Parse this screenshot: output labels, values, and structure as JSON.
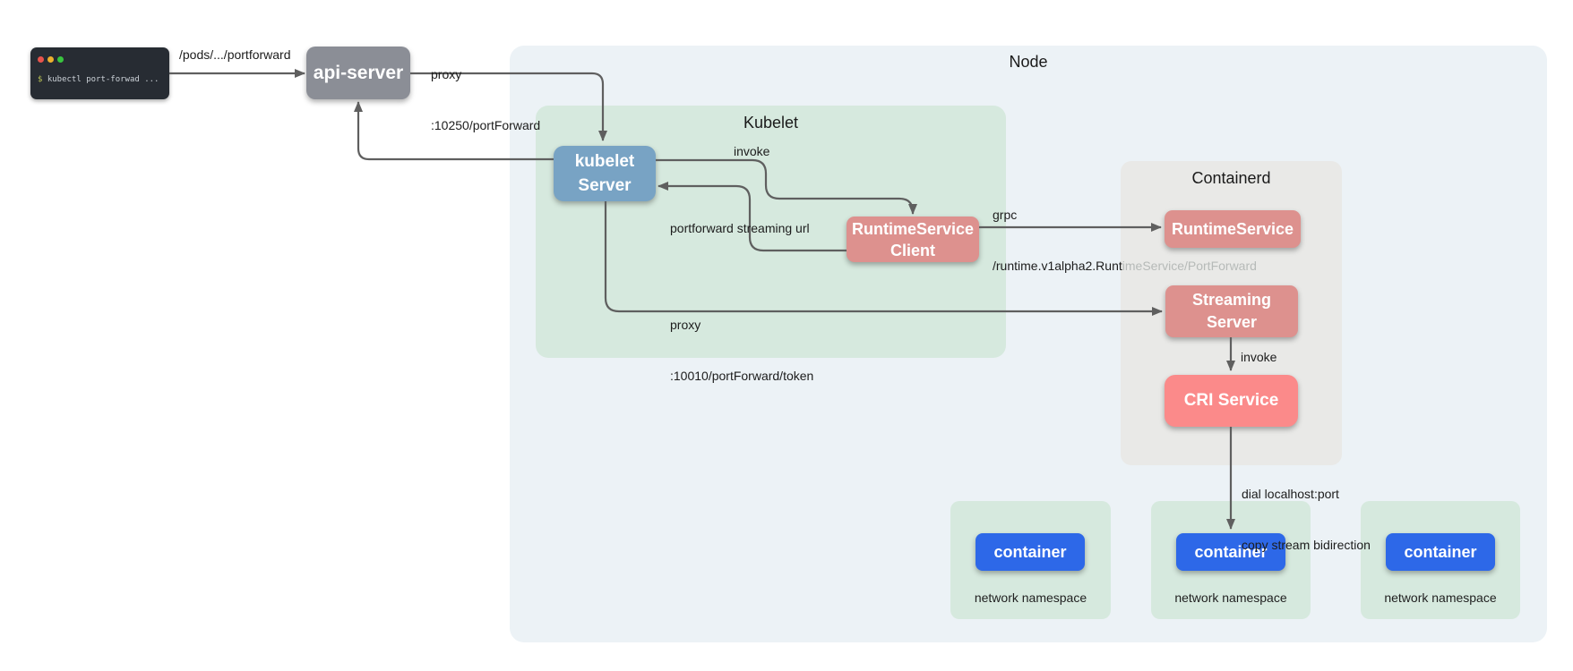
{
  "colors": {
    "canvas-bg": "#ffffff",
    "node-bg": "#ecf2f6",
    "kubelet-bg": "#d6e9de",
    "namespace-bg": "#d6e9de",
    "containerd-bg": "#e9e9e7",
    "terminal-bg": "#272c33",
    "terminal-text": "#ccd2d8",
    "terminal-prompt": "#b8c154",
    "dot-red": "#e8544c",
    "dot-yellow": "#edb02e",
    "dot-green": "#39c53f",
    "apiserver-bg": "#8b8e96",
    "kubelet-server-bg": "#78a3c4",
    "service-pink": "#dd918e",
    "cri-red": "#fb8a8a",
    "container-blue": "#2d68e8",
    "arrow": "#5f5f5f",
    "label-text": "#1c1c1c",
    "overlap-text": "#b6bab8",
    "title-text": "#1a1a1a"
  },
  "terminal": {
    "prompt": "$",
    "command": "kubectl port-forwad ..."
  },
  "groups": {
    "node": {
      "label": "Node"
    },
    "kubelet": {
      "label": "Kubelet"
    },
    "containerd": {
      "label": "Containerd"
    }
  },
  "boxes": {
    "api_server": {
      "label": "api-server"
    },
    "kubelet_server": {
      "line1": "kubelet",
      "line2": "Server"
    },
    "runtime_service_client": {
      "line1": "RuntimeService",
      "line2": "Client"
    },
    "runtime_service": {
      "label": "RuntimeService"
    },
    "streaming_server": {
      "line1": "Streaming",
      "line2": "Server"
    },
    "cri_service": {
      "label": "CRI Service"
    }
  },
  "edge_labels": {
    "pods_portforward": "/pods/.../portforward",
    "proxy_10250_line1": "proxy",
    "proxy_10250_line2": ":10250/portForward",
    "invoke_kubelet": "invoke",
    "grpc_line1": "grpc",
    "grpc_line2_dark": "/runtime.v1alpha2.Runt",
    "grpc_line2_muted": "imeService/PortForward",
    "portforward_streaming_url": "portforward streaming url",
    "proxy_10010_line1": "proxy",
    "proxy_10010_line2": ":10010/portForward/token",
    "invoke_cri": "invoke",
    "dial_line1": "dial localhost:port",
    "dial_line2": "copy stream bidirection"
  },
  "namespaces": [
    {
      "container": "container",
      "label": "network namespace"
    },
    {
      "container": "container",
      "label": "network namespace"
    },
    {
      "container": "container",
      "label": "network namespace"
    }
  ]
}
